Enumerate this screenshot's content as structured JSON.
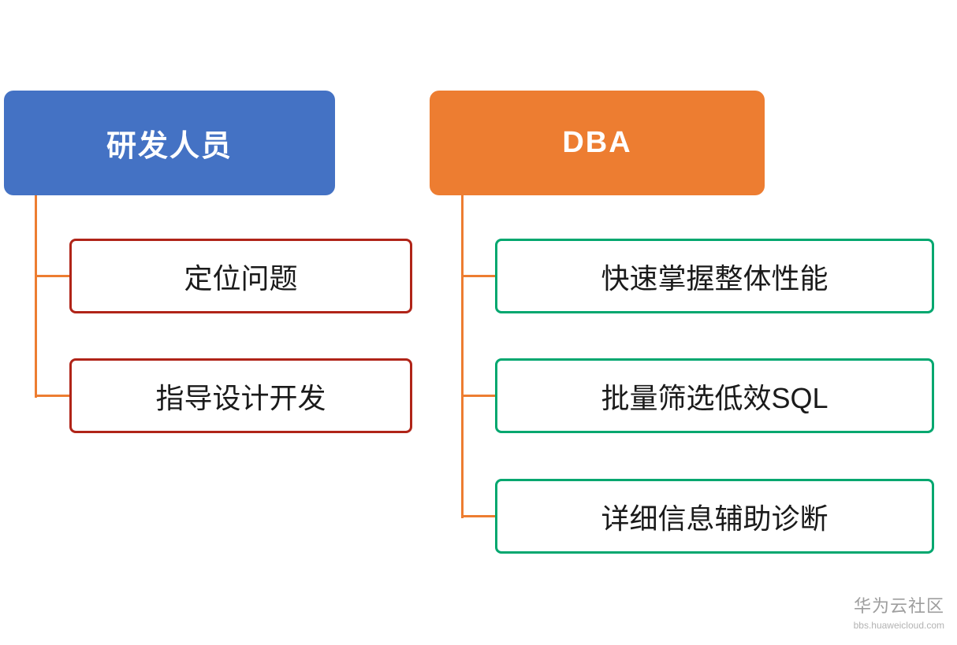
{
  "diagram": {
    "trees": [
      {
        "header": "研发人员",
        "header_color": "#4472c4",
        "item_border_color": "#b02418",
        "items": [
          {
            "label": "定位问题"
          },
          {
            "label": "指导设计开发"
          }
        ]
      },
      {
        "header": "DBA",
        "header_color": "#ed7d31",
        "item_border_color": "#00a76f",
        "items": [
          {
            "label": "快速掌握整体性能"
          },
          {
            "label": "批量筛选低效SQL"
          },
          {
            "label": "详细信息辅助诊断"
          }
        ]
      }
    ],
    "connector_color": "#ed7d31"
  },
  "watermark": {
    "title": "华为云社区",
    "subtitle": "bbs.huaweicloud.com"
  }
}
